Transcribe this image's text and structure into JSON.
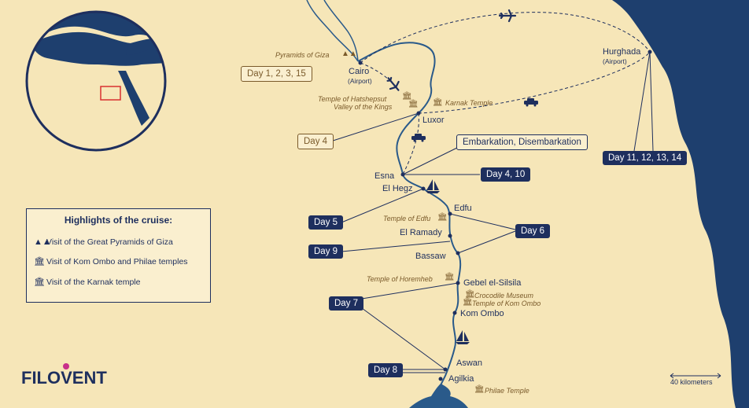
{
  "colors": {
    "land": "#f6e6b8",
    "sea": "#1e3f6e",
    "river": "#2a5a8a",
    "route": "#1e2f5e",
    "accent_red": "#d83030",
    "brown": "#7a5a2a"
  },
  "cities": {
    "cairo": "Cairo",
    "cairo_sub": "(Airport)",
    "hurghada": "Hurghada",
    "hurghada_sub": "(Airport)",
    "luxor": "Luxor",
    "esna": "Esna",
    "el_hegz": "El Hegz",
    "edfu": "Edfu",
    "el_ramady": "El Ramady",
    "bassaw": "Bassaw",
    "gebel": "Gebel el-Silsila",
    "kom_ombo": "Kom Ombo",
    "aswan": "Aswan",
    "agilkia": "Agilkia"
  },
  "sights": {
    "pyramids": "Pyramids of Giza",
    "hatshepsut": "Temple of Hatshepsut",
    "valley": "Valley of the Kings",
    "karnak": "Karnak Temple",
    "edfu_temple": "Temple of Edfu",
    "horemheb": "Temple of Horemheb",
    "crocodile": "Crocodile Museum",
    "kom_ombo_temple": "Temple of Kom Ombo",
    "philae": "Philae Temple"
  },
  "days": {
    "d1": "Day 1, 2, 3, 15",
    "d4": "Day 4",
    "embark": "Embarkation, Disembarkation",
    "d410": "Day 4, 10",
    "d11": "Day 11, 12, 13, 14",
    "d5": "Day 5",
    "d6": "Day 6",
    "d9": "Day 9",
    "d7": "Day 7",
    "d8": "Day 8"
  },
  "legend": {
    "title": "Highlights of the cruise:",
    "items": [
      {
        "icon": "pyramid-icon",
        "text": "Visit of the Great Pyramids of Giza"
      },
      {
        "icon": "temple-icon",
        "text": "Visit of Kom Ombo and Philae temples"
      },
      {
        "icon": "temple-icon",
        "text": "Visit of the Karnak temple"
      }
    ]
  },
  "brand": "FILOVENT",
  "scale": "40 kilometers"
}
